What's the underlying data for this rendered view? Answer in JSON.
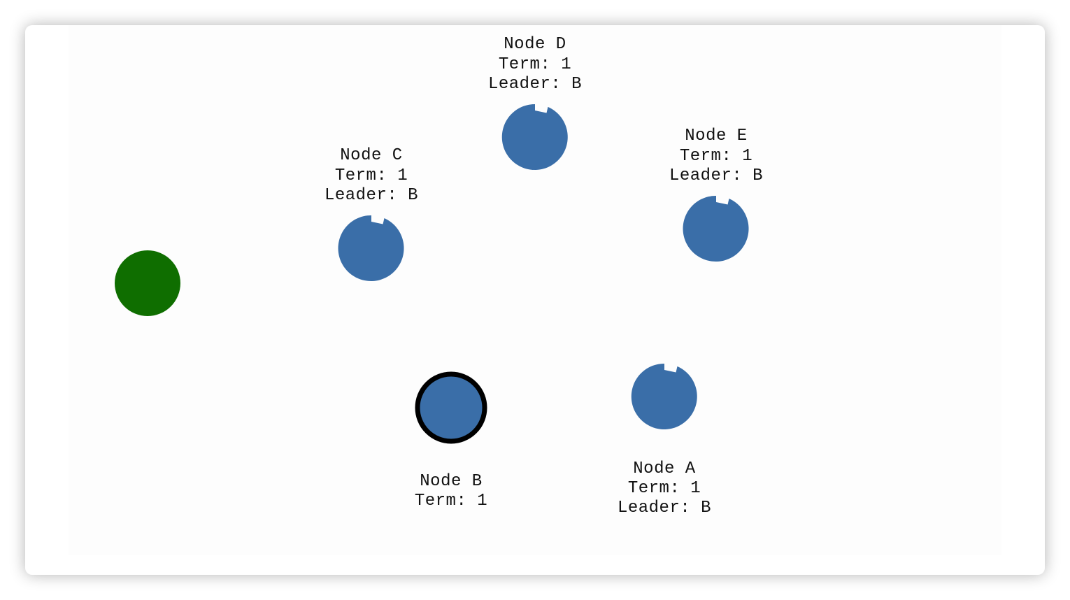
{
  "colors": {
    "follower": "#3a6ea8",
    "leader": "#3a6ea8",
    "leader_ring": "#000000",
    "client": "#0f6e00",
    "text": "#111111"
  },
  "client": {
    "icon": "client-node"
  },
  "nodes": [
    {
      "id": "D",
      "name": "Node D",
      "term": "Term: 1",
      "leader": "Leader: B",
      "role": "follower"
    },
    {
      "id": "C",
      "name": "Node C",
      "term": "Term: 1",
      "leader": "Leader: B",
      "role": "follower"
    },
    {
      "id": "E",
      "name": "Node E",
      "term": "Term: 1",
      "leader": "Leader: B",
      "role": "follower"
    },
    {
      "id": "B",
      "name": "Node B",
      "term": "Term: 1",
      "leader": "",
      "role": "leader"
    },
    {
      "id": "A",
      "name": "Node A",
      "term": "Term: 1",
      "leader": "Leader: B",
      "role": "follower"
    }
  ]
}
